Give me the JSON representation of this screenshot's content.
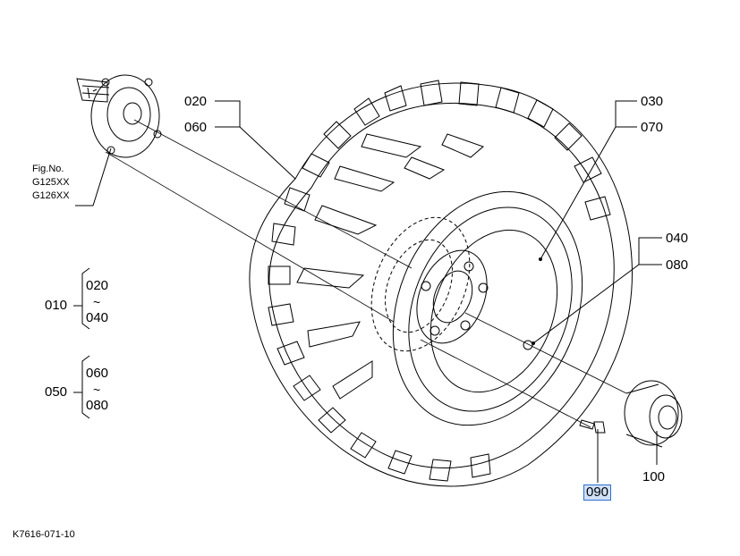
{
  "callouts": {
    "p020_top": "020",
    "p060_top": "060",
    "p030": "030",
    "p070": "070",
    "p040": "040",
    "p080": "080",
    "p090": "090",
    "p100": "100"
  },
  "fig_ref": {
    "line1": "Fig.No.",
    "line2": "G125XX",
    "line3": "G126XX"
  },
  "groups": [
    {
      "id": "010",
      "from": "020",
      "sep": "~",
      "to": "040"
    },
    {
      "id": "050",
      "from": "060",
      "sep": "~",
      "to": "080"
    }
  ],
  "drawing_number": "K7616-071-10",
  "colors": {
    "line": "#000000",
    "highlight_fill": "#cfe0f7",
    "highlight_border": "#2e6fcf"
  }
}
